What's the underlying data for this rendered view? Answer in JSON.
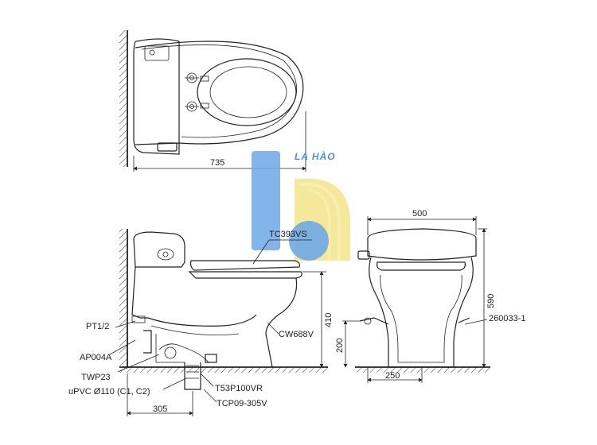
{
  "logo": {
    "text": "LA HÀO",
    "colors": {
      "blue": "#4a90d9",
      "yellow": "#f5e06a"
    }
  },
  "top_view": {
    "width_dim": "735"
  },
  "side_view": {
    "labels": {
      "seat": "TC393VS",
      "bowl": "CW688V",
      "inlet": "PT1/2",
      "valve": "AP004A",
      "flange": "TWP23",
      "pipe": "uPVC Ø110 (C1, C2)",
      "drain": "T53P100VR",
      "kit": "TCP09-305V"
    },
    "dims": {
      "height": "410",
      "rough_in": "305"
    }
  },
  "front_view": {
    "labels": {
      "part": "260033-1"
    },
    "dims": {
      "width": "500",
      "height": "590",
      "inlet_height": "200",
      "base": "250"
    }
  }
}
